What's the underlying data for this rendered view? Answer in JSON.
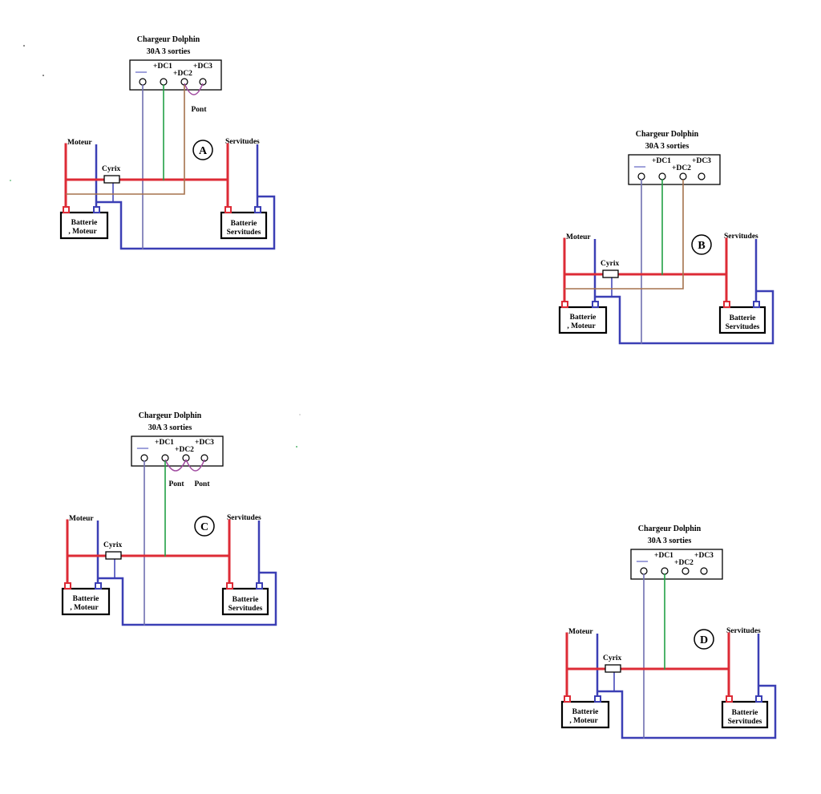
{
  "colors": {
    "positive": "#dd2b36",
    "negative": "#3b3fb5",
    "dc1_wire": "#22a045",
    "dc2_wire": "#a5724d",
    "pont": "#a04aa0",
    "neutral_wire": "#7070b0"
  },
  "diagrams": [
    {
      "letter": "A",
      "charger_title": "Chargeur Dolphin",
      "charger_subtitle": "30A  3 sorties",
      "terminal_minus": "—",
      "dc1": "+DC1",
      "dc2": "+DC2",
      "dc3": "+DC3",
      "ponts": [
        "Pont"
      ],
      "cyrix": "Cyrix",
      "moteur": "Moteur",
      "servitudes": "Servitudes",
      "battery_moteur": [
        "Batterie",
        ", Moteur"
      ],
      "battery_servitudes": [
        "Batterie",
        "Servitudes"
      ]
    },
    {
      "letter": "B",
      "charger_title": "Chargeur Dolphin",
      "charger_subtitle": "30A  3 sorties",
      "terminal_minus": "—",
      "dc1": "+DC1",
      "dc2": "+DC2",
      "dc3": "+DC3",
      "ponts": [],
      "cyrix": "Cyrix",
      "moteur": "Moteur",
      "servitudes": "Servitudes",
      "battery_moteur": [
        "Batterie",
        ", Moteur"
      ],
      "battery_servitudes": [
        "Batterie",
        "Servitudes"
      ]
    },
    {
      "letter": "C",
      "charger_title": "Chargeur Dolphin",
      "charger_subtitle": "30A  3 sorties",
      "terminal_minus": "—",
      "dc1": "+DC1",
      "dc2": "+DC2",
      "dc3": "+DC3",
      "ponts": [
        "Pont",
        "Pont"
      ],
      "cyrix": "Cyrix",
      "moteur": "Moteur",
      "servitudes": "Servitudes",
      "battery_moteur": [
        "Batterie",
        ", Moteur"
      ],
      "battery_servitudes": [
        "Batterie",
        "Servitudes"
      ]
    },
    {
      "letter": "D",
      "charger_title": "Chargeur Dolphin",
      "charger_subtitle": "30A  3 sorties",
      "terminal_minus": "—",
      "dc1": "+DC1",
      "dc2": "+DC2",
      "dc3": "+DC3",
      "ponts": [],
      "cyrix": "Cyrix",
      "moteur": "Moteur",
      "servitudes": "Servitudes",
      "battery_moteur": [
        "Batterie",
        ", Moteur"
      ],
      "battery_servitudes": [
        "Batterie",
        "Servitudes"
      ]
    }
  ]
}
